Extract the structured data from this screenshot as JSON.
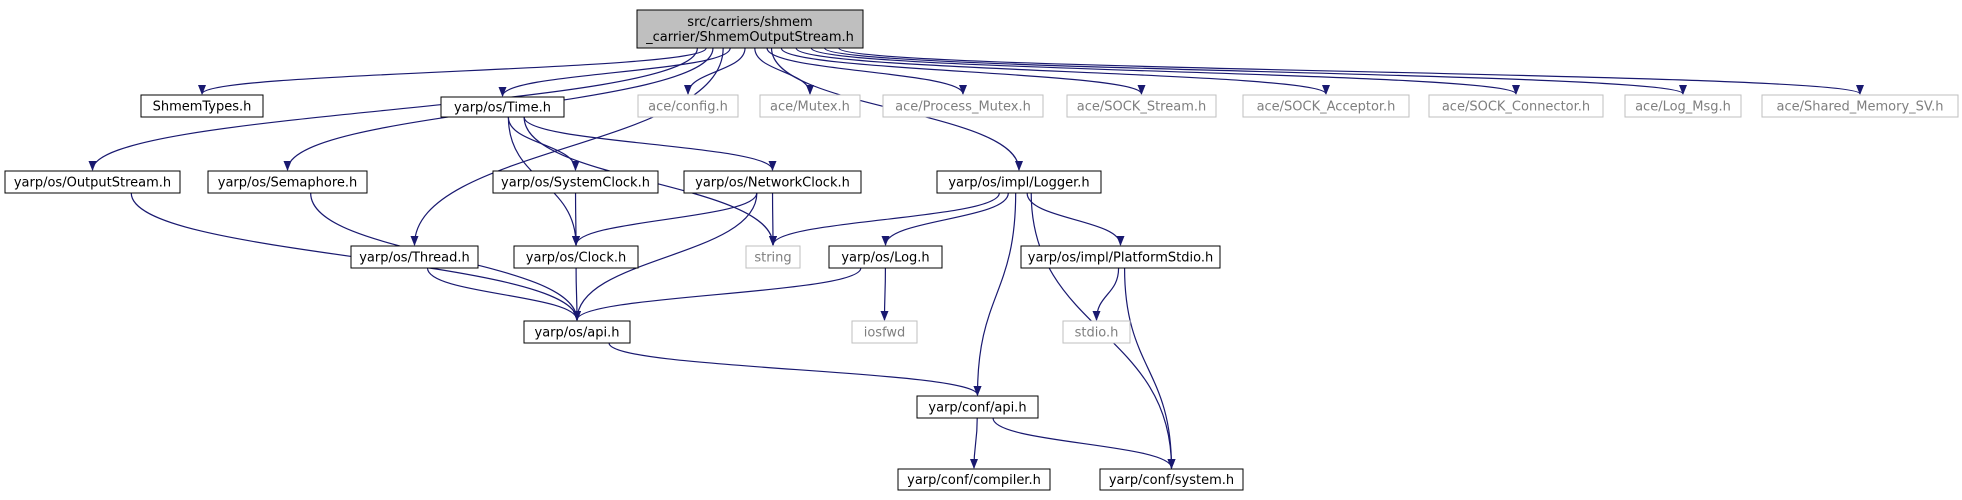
{
  "nodes": [
    {
      "id": "root",
      "lines": [
        "src/carriers/shmem",
        "_carrier/ShmemOutputStream.h"
      ],
      "kind": "root"
    },
    {
      "id": "shmemtypes",
      "lines": [
        "ShmemTypes.h"
      ],
      "kind": "doc"
    },
    {
      "id": "outputstream",
      "lines": [
        "yarp/os/OutputStream.h"
      ],
      "kind": "doc"
    },
    {
      "id": "semaphore",
      "lines": [
        "yarp/os/Semaphore.h"
      ],
      "kind": "doc"
    },
    {
      "id": "thread",
      "lines": [
        "yarp/os/Thread.h"
      ],
      "kind": "doc"
    },
    {
      "id": "time",
      "lines": [
        "yarp/os/Time.h"
      ],
      "kind": "doc"
    },
    {
      "id": "systemclock",
      "lines": [
        "yarp/os/SystemClock.h"
      ],
      "kind": "doc"
    },
    {
      "id": "networkclock",
      "lines": [
        "yarp/os/NetworkClock.h"
      ],
      "kind": "doc"
    },
    {
      "id": "clock",
      "lines": [
        "yarp/os/Clock.h"
      ],
      "kind": "doc"
    },
    {
      "id": "osapi",
      "lines": [
        "yarp/os/api.h"
      ],
      "kind": "doc"
    },
    {
      "id": "string",
      "lines": [
        "string"
      ],
      "kind": "ext"
    },
    {
      "id": "log",
      "lines": [
        "yarp/os/Log.h"
      ],
      "kind": "doc"
    },
    {
      "id": "iosfwd",
      "lines": [
        "iosfwd"
      ],
      "kind": "ext"
    },
    {
      "id": "logger",
      "lines": [
        "yarp/os/impl/Logger.h"
      ],
      "kind": "doc"
    },
    {
      "id": "platformstdio",
      "lines": [
        "yarp/os/impl/PlatformStdio.h"
      ],
      "kind": "doc"
    },
    {
      "id": "stdio",
      "lines": [
        "stdio.h"
      ],
      "kind": "ext"
    },
    {
      "id": "confapi",
      "lines": [
        "yarp/conf/api.h"
      ],
      "kind": "doc"
    },
    {
      "id": "compiler",
      "lines": [
        "yarp/conf/compiler.h"
      ],
      "kind": "doc"
    },
    {
      "id": "system",
      "lines": [
        "yarp/conf/system.h"
      ],
      "kind": "doc"
    },
    {
      "id": "aceconfig",
      "lines": [
        "ace/config.h"
      ],
      "kind": "ext"
    },
    {
      "id": "acemutex",
      "lines": [
        "ace/Mutex.h"
      ],
      "kind": "ext"
    },
    {
      "id": "aceprocmutex",
      "lines": [
        "ace/Process_Mutex.h"
      ],
      "kind": "ext"
    },
    {
      "id": "acesockstream",
      "lines": [
        "ace/SOCK_Stream.h"
      ],
      "kind": "ext"
    },
    {
      "id": "acesockacceptor",
      "lines": [
        "ace/SOCK_Acceptor.h"
      ],
      "kind": "ext"
    },
    {
      "id": "acesockconnector",
      "lines": [
        "ace/SOCK_Connector.h"
      ],
      "kind": "ext"
    },
    {
      "id": "acelogmsg",
      "lines": [
        "ace/Log_Msg.h"
      ],
      "kind": "ext"
    },
    {
      "id": "acesharedmem",
      "lines": [
        "ace/Shared_Memory_SV.h"
      ],
      "kind": "ext"
    }
  ],
  "edges": [
    [
      "root",
      "shmemtypes"
    ],
    [
      "root",
      "outputstream"
    ],
    [
      "root",
      "semaphore"
    ],
    [
      "root",
      "thread"
    ],
    [
      "root",
      "time"
    ],
    [
      "root",
      "aceconfig"
    ],
    [
      "root",
      "acemutex"
    ],
    [
      "root",
      "aceprocmutex"
    ],
    [
      "root",
      "acesockstream"
    ],
    [
      "root",
      "acesockacceptor"
    ],
    [
      "root",
      "acesockconnector"
    ],
    [
      "root",
      "acelogmsg"
    ],
    [
      "root",
      "acesharedmem"
    ],
    [
      "root",
      "logger"
    ],
    [
      "outputstream",
      "osapi"
    ],
    [
      "semaphore",
      "osapi"
    ],
    [
      "thread",
      "osapi"
    ],
    [
      "time",
      "systemclock"
    ],
    [
      "time",
      "networkclock"
    ],
    [
      "time",
      "clock"
    ],
    [
      "time",
      "string"
    ],
    [
      "systemclock",
      "clock"
    ],
    [
      "networkclock",
      "clock"
    ],
    [
      "networkclock",
      "osapi"
    ],
    [
      "networkclock",
      "string"
    ],
    [
      "clock",
      "osapi"
    ],
    [
      "logger",
      "string"
    ],
    [
      "logger",
      "log"
    ],
    [
      "logger",
      "platformstdio"
    ],
    [
      "logger",
      "confapi"
    ],
    [
      "logger",
      "system"
    ],
    [
      "log",
      "osapi"
    ],
    [
      "log",
      "iosfwd"
    ],
    [
      "platformstdio",
      "stdio"
    ],
    [
      "platformstdio",
      "system"
    ],
    [
      "osapi",
      "confapi"
    ],
    [
      "confapi",
      "compiler"
    ],
    [
      "confapi",
      "system"
    ]
  ]
}
